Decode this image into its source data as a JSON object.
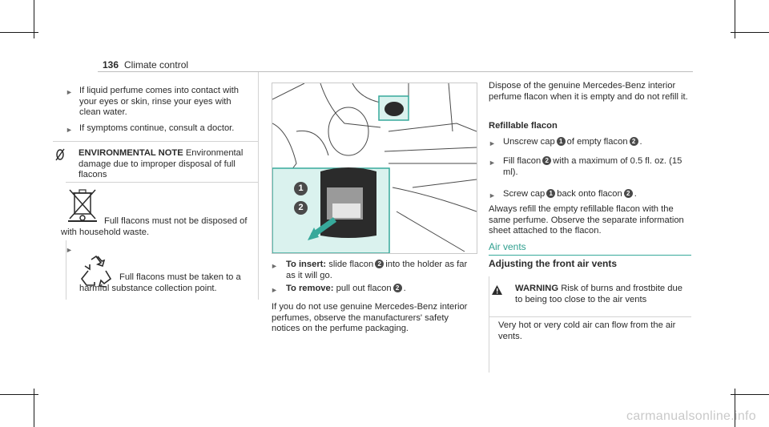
{
  "header": {
    "page_number": "136",
    "section_title": "Climate control"
  },
  "left_column": {
    "bullet1": "If liquid perfume comes into contact with your eyes or skin, rinse your eyes with clean water.",
    "bullet2": "If symptoms continue, consult a doctor.",
    "env_label": "ENVIRONMENTAL NOTE",
    "env_text": "Environmental damage due to improper disposal of full flacons",
    "disposal_text": "Full flacons must not be disposed of with household waste.",
    "recycle_text": "Full flacons must be taken to a harmful substance collection point."
  },
  "middle_column": {
    "callout1": "1",
    "callout2": "2",
    "insert_label": "To insert:",
    "insert_text_a": "slide flacon",
    "insert_text_b": "into the holder as far as it will go.",
    "remove_label": "To remove:",
    "remove_text": "pull out flacon",
    "note": "If you do not use genuine Mercedes-Benz interior perfumes, observe the manufacturers' safety notices on the perfume packaging."
  },
  "right_column": {
    "dispose_text": "Dispose of the genuine Mercedes-Benz interior perfume flacon when it is empty and do not refill it.",
    "refillable_heading": "Refillable flacon",
    "step1_a": "Unscrew cap",
    "step1_b": "of empty flacon",
    "step2_a": "Fill flacon",
    "step2_b": "with a maximum of 0.5 fl. oz. (15 ml).",
    "step3_a": "Screw cap",
    "step3_b": "back onto flacon",
    "always_text": "Always refill the empty refillable flacon with the same perfume. Observe the separate information sheet attached to the flacon.",
    "air_vents_heading": "Air vents",
    "adjusting_heading": "Adjusting the front air vents",
    "warning_label": "WARNING",
    "warning_text": "Risk of burns and frostbite due to being too close to the air vents",
    "warning_detail": "Very hot or very cold air can flow from the air vents."
  },
  "footer": {
    "watermark": "carmanualsonline.info"
  },
  "colors": {
    "accent": "#37a99b",
    "illustration_bg": "#daf2ee",
    "callout": "#4a4a4a"
  }
}
